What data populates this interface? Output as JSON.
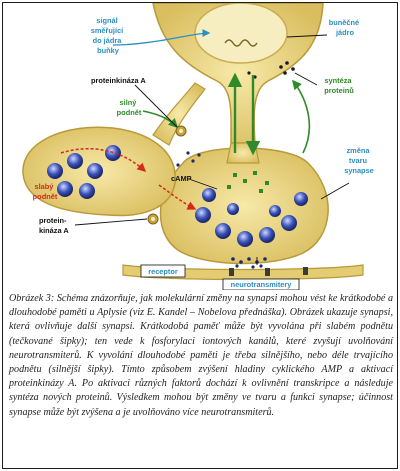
{
  "labels": {
    "signal": [
      "signál",
      "směřující",
      "do jádra",
      "buňky"
    ],
    "nucleus": [
      "buněčné",
      "jádro"
    ],
    "protein_synthesis": [
      "syntéza",
      "proteinů"
    ],
    "pka_top": "proteinkináza A",
    "strong_stimulus": [
      "silný",
      "podnět"
    ],
    "camp": "cAMP",
    "weak_stimulus": [
      "slabý",
      "podnět"
    ],
    "pka_bottom": [
      "protein-",
      "kináza A"
    ],
    "shape_change": [
      "změna",
      "tvaru",
      "synapse"
    ],
    "receptor": "receptor",
    "neurotransmitters": "neurotransmitery"
  },
  "colors": {
    "signal_text": "#2a8fc0",
    "green_text": "#2f8a2a",
    "red_text": "#d42a1e",
    "dark_text": "#111111",
    "cell_fill": "#e8d484",
    "cell_stroke": "#b89a3a",
    "nucleus_fill": "#f6edc0",
    "vesicle_fill": "#3a52b8"
  },
  "icons": [
    "red-dashed-arrow-icon",
    "green-arrow-icon",
    "vesicle-icon",
    "gear-icon"
  ],
  "caption": "Obrázek 3: Schéma znázorňuje, jak molekulární změny na synapsi mohou vést ke krátkodobé a dlouhodobé paměti u Aplysie (viz E. Kandel – Nobelova přednáška). Obrázek ukazuje synapsi, která ovlivňuje další synapsi. Krátkodobá paměť může být vyvolána při slabém podnětu (tečkované šipky); ten vede k fosforylaci iontových kanálů, které zvyšují uvolňování neurotransmiterů. K vyvolání dlouhodobé paměti je třeba silnějšího, nebo déle trvajícího podnětu (silnější šipky). Tímto způsobem zvýšení hladiny cyklického AMP a aktivací proteinkinázy A. Po aktivaci různých faktorů dochází k ovlivnění transkripce a následuje syntéza nových proteinů. Výsledkem mohou být změny ve tvaru a funkci synapse; účinnost synapse může být zvýšena a je uvolňováno více neurotransmiterů."
}
